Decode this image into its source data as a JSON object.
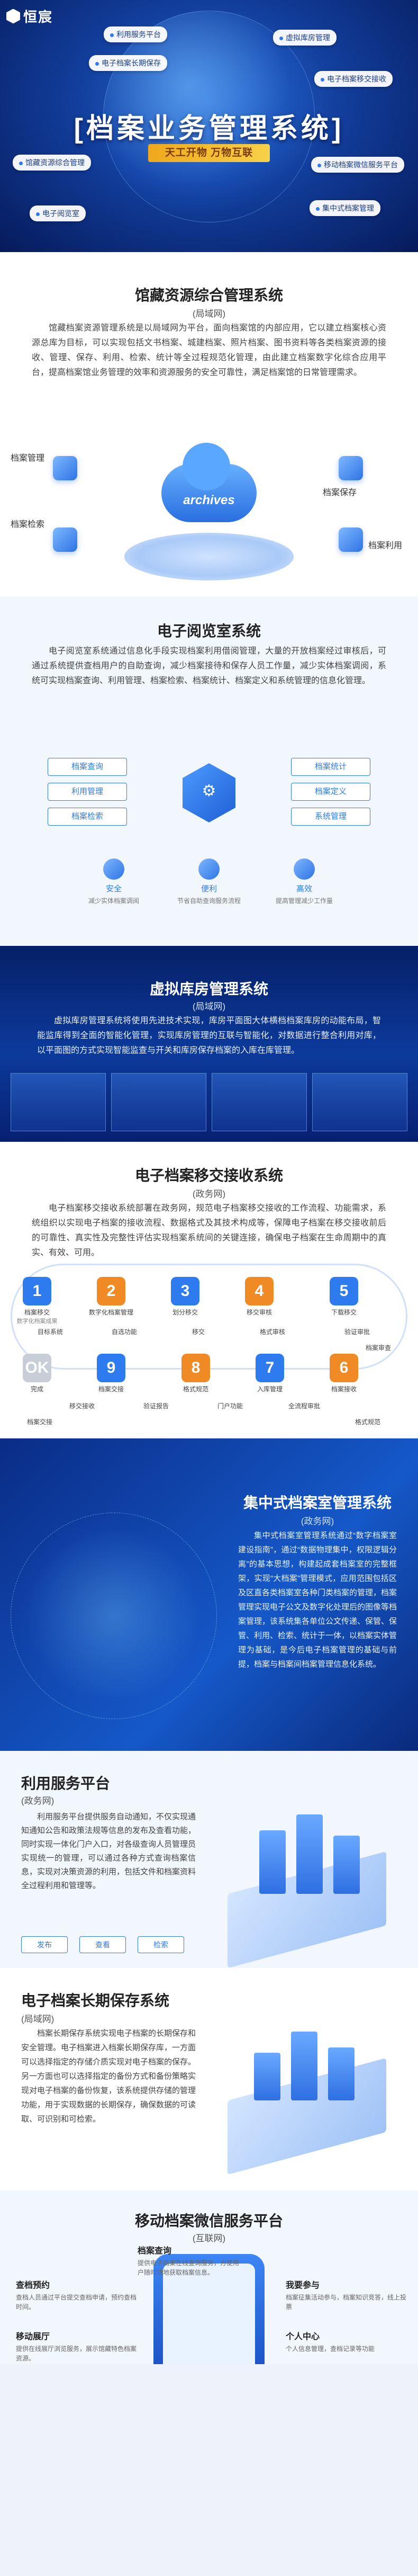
{
  "hero": {
    "logo": "恒宸",
    "title": "[档案业务管理系统]",
    "subtitle": "天工开物 万物互联",
    "tags": [
      "利用服务平台",
      "电子档案长期保存",
      "馆藏资源综合管理",
      "电子档案移交接收",
      "虚拟库房管理",
      "集中式档案管理",
      "移动档案微信服务平台",
      "电子阅览室"
    ]
  },
  "s1": {
    "title": "馆藏资源综合管理系统",
    "sub": "(局域网)",
    "body": "馆藏档案资源管理系统是以局域网为平台，面向档案馆的内部应用，它以建立档案核心资源总库为目标，可以实现包括文书档案、城建档案、照片档案、图书资料等各类档案资源的接收、管理、保存、利用、检索、统计等全过程规范化管理，由此建立档案数字化综合应用平台，提高档案馆业务管理的效率和资源服务的安全可靠性，满足档案馆的日常管理需求。",
    "cloud": "archives",
    "labels": [
      "档案管理",
      "档案保存",
      "档案检索",
      "档案利用"
    ]
  },
  "s2": {
    "title": "电子阅览室系统",
    "body": "电子阅览室系统通过信息化手段实现档案利用借阅管理，大量的开放档案经过审核后，可通过系统提供查档用户的自助查询，减少档案接待和保存人员工作量，减少实体档案调阅，系统可实现档案查询、利用管理、档案检索、档案统计、档案定义和系统管理的信息化管理。",
    "chips": [
      "档案查询",
      "档案统计",
      "利用管理",
      "档案定义",
      "档案检索",
      "系统管理"
    ],
    "center_icon": "⚙",
    "features": [
      {
        "t": "安全",
        "d": "减少实体档案调阅"
      },
      {
        "t": "便利",
        "d": "节省自助查询服务流程"
      },
      {
        "t": "高效",
        "d": "提高管理减少工作量"
      }
    ]
  },
  "s3": {
    "title": "虚拟库房管理系统",
    "sub": "(局域网)",
    "body": "虚拟库房管理系统将使用先进技术实现，库房平面图大体横档档案库房的动能布局，智能监库得到全面的智能化管理，实现库房管理的互联与智能化，对数据进行整合利用对库，以平面图的方式实现智能监查与开关和库房保存档案的入库在库管理。"
  },
  "s4": {
    "title": "电子档案移交接收系统",
    "sub": "(政务网)",
    "body": "电子档案移交接收系统部署在政务网，规范电子档案移交接收的工作流程、功能需求，系统组织以实现电子档案的接收流程、数据格式及其技术构成等，保障电子档案在移交接收前后的可靠性、真实性及完整性评估实现档案系统间的关键连接，确保电子档案在生命周期中的真实、有效、可用。",
    "steps": [
      {
        "n": "1",
        "l": "档案移交",
        "c": "数字化档案成果"
      },
      {
        "n": "2",
        "l": "数字化档案管理",
        "c": ""
      },
      {
        "n": "3",
        "l": "划分移交",
        "c": ""
      },
      {
        "n": "4",
        "l": "移交审核",
        "c": ""
      },
      {
        "n": "5",
        "l": "下载移交",
        "c": ""
      },
      {
        "n": "6",
        "l": "档案接收",
        "c": ""
      },
      {
        "n": "7",
        "l": "入库管理",
        "c": ""
      },
      {
        "n": "8",
        "l": "格式规范",
        "c": ""
      },
      {
        "n": "9",
        "l": "档案交接",
        "c": ""
      },
      {
        "n": "OK",
        "l": "完成",
        "c": ""
      }
    ],
    "flow_labels": [
      "目标系统",
      "自选功能",
      "移交",
      "格式审核",
      "验证审批",
      "档案审查",
      "全流程审批",
      "门户功能",
      "验证报告",
      "移交接收",
      "档案交接",
      "格式规范"
    ]
  },
  "s5": {
    "title": "集中式档案室管理系统",
    "sub": "(政务网)",
    "body": "集中式档案室管理系统通过“数字档案室建设指南”，通过“数据物理集中，权限逻辑分离”的基本思想，构建起成套档案室的完整框架，实现“大档案”管理模式，应用范围包括区及区直各类档案室各种门类档案的管理，档案管理实现电子公文及数字化处理后的图像等档案管理，该系统集各单位公文传递、保管、保管、利用、检索、统计于一体，以档案实体管理为基础，是今后电子档案管理的基础与前提，档案与档案间档案管理信息化系统。"
  },
  "s6": {
    "title": "利用服务平台",
    "sub": "(政务网)",
    "body": "利用服务平台提供服务自动通知，不仅实现通知通知公告和政策法规等信息的发布及查看功能，同时实现一体化门户入口，对各级查询人员管理员实现统一的管理，可以通过各种方式查询档案信息，实现对决策资源的利用，包括文件和档案资料全过程利用和管理等。",
    "chips": [
      "发布",
      "查看",
      "检索"
    ]
  },
  "s7": {
    "title": "电子档案长期保存系统",
    "sub": "(局域网)",
    "body": "档案长期保存系统实现电子档案的长期保存和安全管理。电子档案进入档案长期保存库，一方面可以选择指定的存储介质实现对电子档案的保存。另一方面也可以选择指定的备份方式和备份策略实现对电子档案的备份恢复，该系统提供存储的管理功能，用于实现数据的长期保存，确保数据的可读取、可识别和可检索。"
  },
  "s8": {
    "title": "移动档案微信服务平台",
    "sub": "(互联网)",
    "items": [
      {
        "t": "档案查询",
        "d": "提供电子档案在线查询服务，方便用户随时随地获取档案信息。"
      },
      {
        "t": "我要参与",
        "d": "档案征集活动参与，档案知识竞答，线上投票"
      },
      {
        "t": "查档预约",
        "d": "查档人员通过平台提交查档申请，预约查档时间。"
      },
      {
        "t": "移动展厅",
        "d": "提供在线展厅浏览服务，展示馆藏特色档案资源。"
      },
      {
        "t": "个人中心",
        "d": "个人信息管理，查档记录等功能"
      }
    ]
  }
}
